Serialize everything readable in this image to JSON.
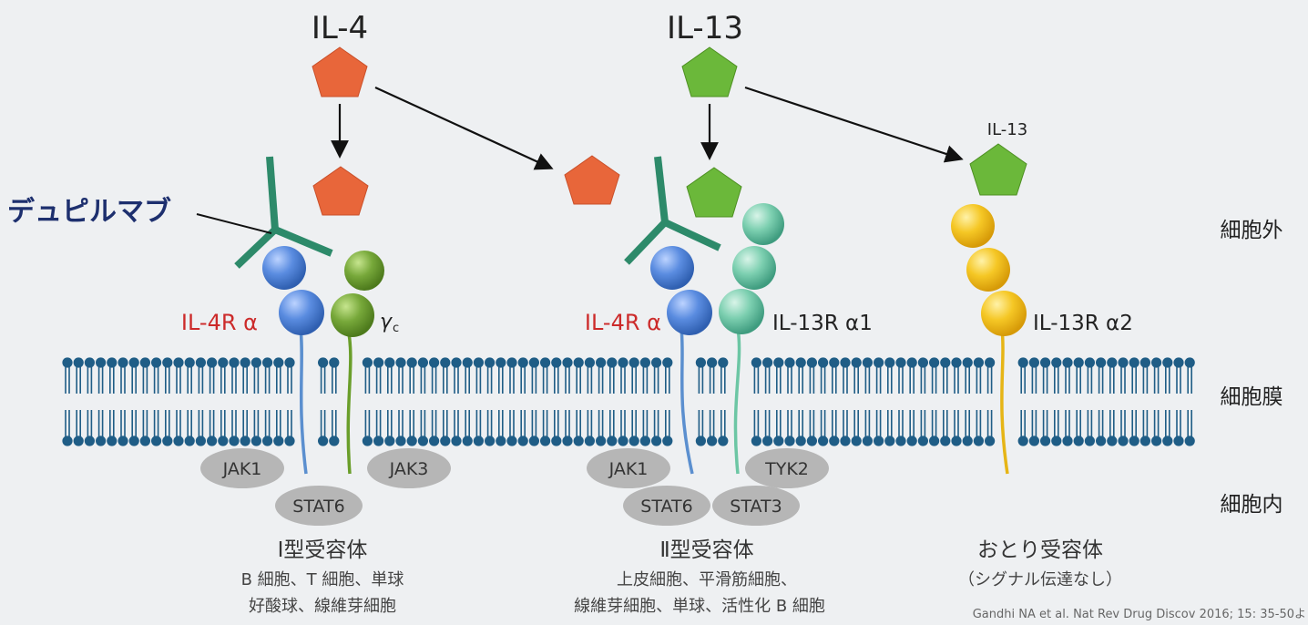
{
  "cytokines": {
    "il4": "IL-4",
    "il13": "IL-13",
    "il13_small": "IL-13"
  },
  "drug": {
    "name": "デュピルマブ"
  },
  "receptors": {
    "type1": {
      "chain_a": "IL-4R α",
      "chain_b_main": "γ",
      "chain_b_sub": "c",
      "kinases": [
        "JAK1",
        "JAK3"
      ],
      "stats": [
        "STAT6"
      ],
      "name": "Ⅰ型受容体",
      "cells_line1": "B 細胞、T 細胞、単球",
      "cells_line2": "好酸球、線維芽細胞"
    },
    "type2": {
      "chain_a": "IL-4R α",
      "chain_b": "IL-13R α1",
      "kinases": [
        "JAK1",
        "TYK2"
      ],
      "stats": [
        "STAT6",
        "STAT3"
      ],
      "name": "Ⅱ型受容体",
      "cells_line1": "上皮細胞、平滑筋細胞、",
      "cells_line2": "線維芽細胞、単球、活性化 B 細胞"
    },
    "decoy": {
      "chain": "IL-13R α2",
      "name": "おとり受容体",
      "note": "（シグナル伝達なし）"
    }
  },
  "regions": {
    "extracellular": "細胞外",
    "membrane": "細胞膜",
    "intracellular": "細胞内"
  },
  "citation": "Gandhi NA et al. Nat Rev Drug Discov 2016; 15: 35-50よ",
  "colors": {
    "il4": "#e8663a",
    "il13": "#6bb83a",
    "il4r": "#4f7fd6",
    "gamma_c": "#6a9e2a",
    "il13ra1": "#6cc6a4",
    "il13ra2": "#f3c21d",
    "antibody": "#2d8a6a",
    "membrane": "#1f5d86",
    "red_label": "#cc2a2a",
    "drug_label": "#1d2f6e"
  }
}
